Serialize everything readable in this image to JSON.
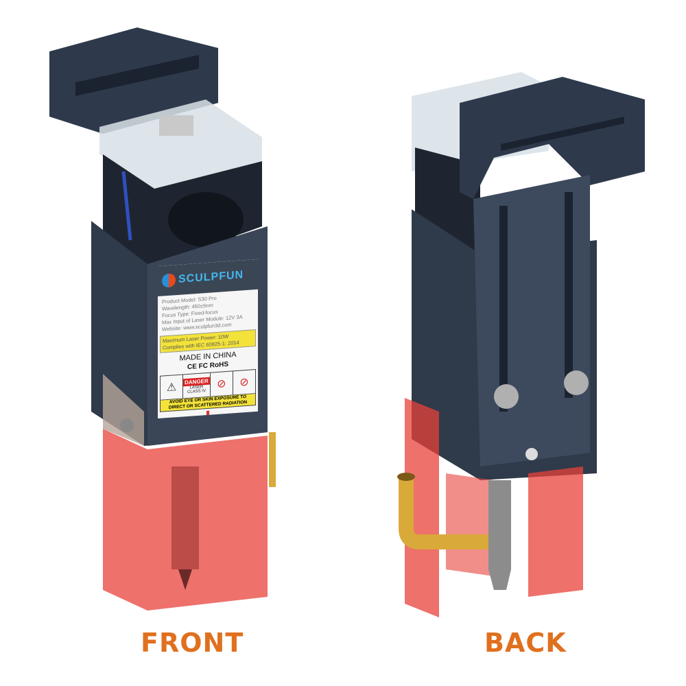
{
  "captions": {
    "front": "FRONT",
    "back": "BACK"
  },
  "label": {
    "brand": "SCULPFUN",
    "specs": [
      "Product Model: S30 Pro",
      "Wavelength: 450±5nm",
      "Focus Type: Fixed-focus",
      "Max Input of Laser Module: 12V 3A",
      "Website: www.sculpfun3d.com"
    ],
    "power": "Maximum Laser Power: 10W",
    "compliance": "Complies with IEC 60825-1: 2014",
    "made_in": "MADE IN CHINA",
    "marks": "CE FC RoHS",
    "danger": "DANGER",
    "laser_class": "LASER CLASS IV",
    "avoid_1": "AVOID EYE OR SKIN EXPOSURE TO",
    "avoid_2": "DIRECT OR SCATTERED RADIATION"
  },
  "colors": {
    "caption": "#e0701e",
    "shield": "#e8423a",
    "body": "#2f3a4a",
    "brass": "#d9a93a"
  }
}
